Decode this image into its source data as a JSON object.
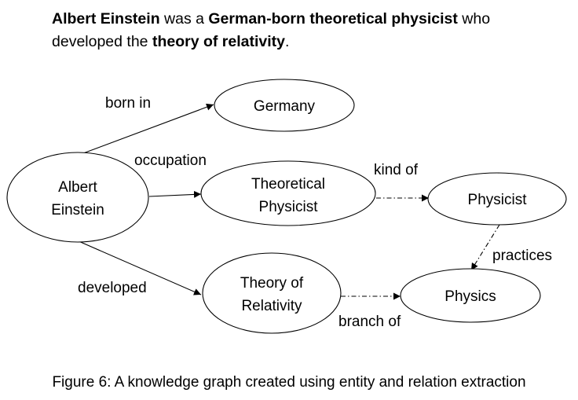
{
  "sentence": {
    "parts": [
      {
        "text": "Albert Einstein",
        "bold": true
      },
      {
        "text": " was a ",
        "bold": false
      },
      {
        "text": "German-born theoretical physicist",
        "bold": true
      },
      {
        "text": " who developed the ",
        "bold": false
      },
      {
        "text": "theory of relativity",
        "bold": true
      },
      {
        "text": ".",
        "bold": false
      }
    ]
  },
  "graph": {
    "nodes": {
      "einstein": {
        "lines": [
          "Albert",
          "Einstein"
        ]
      },
      "germany": {
        "lines": [
          "Germany"
        ]
      },
      "theoretical_physicist": {
        "lines": [
          "Theoretical",
          "Physicist"
        ]
      },
      "physicist": {
        "lines": [
          "Physicist"
        ]
      },
      "theory_of_relativity": {
        "lines": [
          "Theory of",
          "Relativity"
        ]
      },
      "physics": {
        "lines": [
          "Physics"
        ]
      }
    },
    "edges": {
      "born_in": {
        "label": "born in",
        "style": "solid"
      },
      "occupation": {
        "label": "occupation",
        "style": "solid"
      },
      "developed": {
        "label": "developed",
        "style": "solid"
      },
      "kind_of": {
        "label": "kind of",
        "style": "dashdot"
      },
      "practices": {
        "label": "practices",
        "style": "dashdot"
      },
      "branch_of": {
        "label": "branch of",
        "style": "dashdot"
      }
    }
  },
  "caption": "Figure 6: A knowledge graph created using entity and relation extraction"
}
